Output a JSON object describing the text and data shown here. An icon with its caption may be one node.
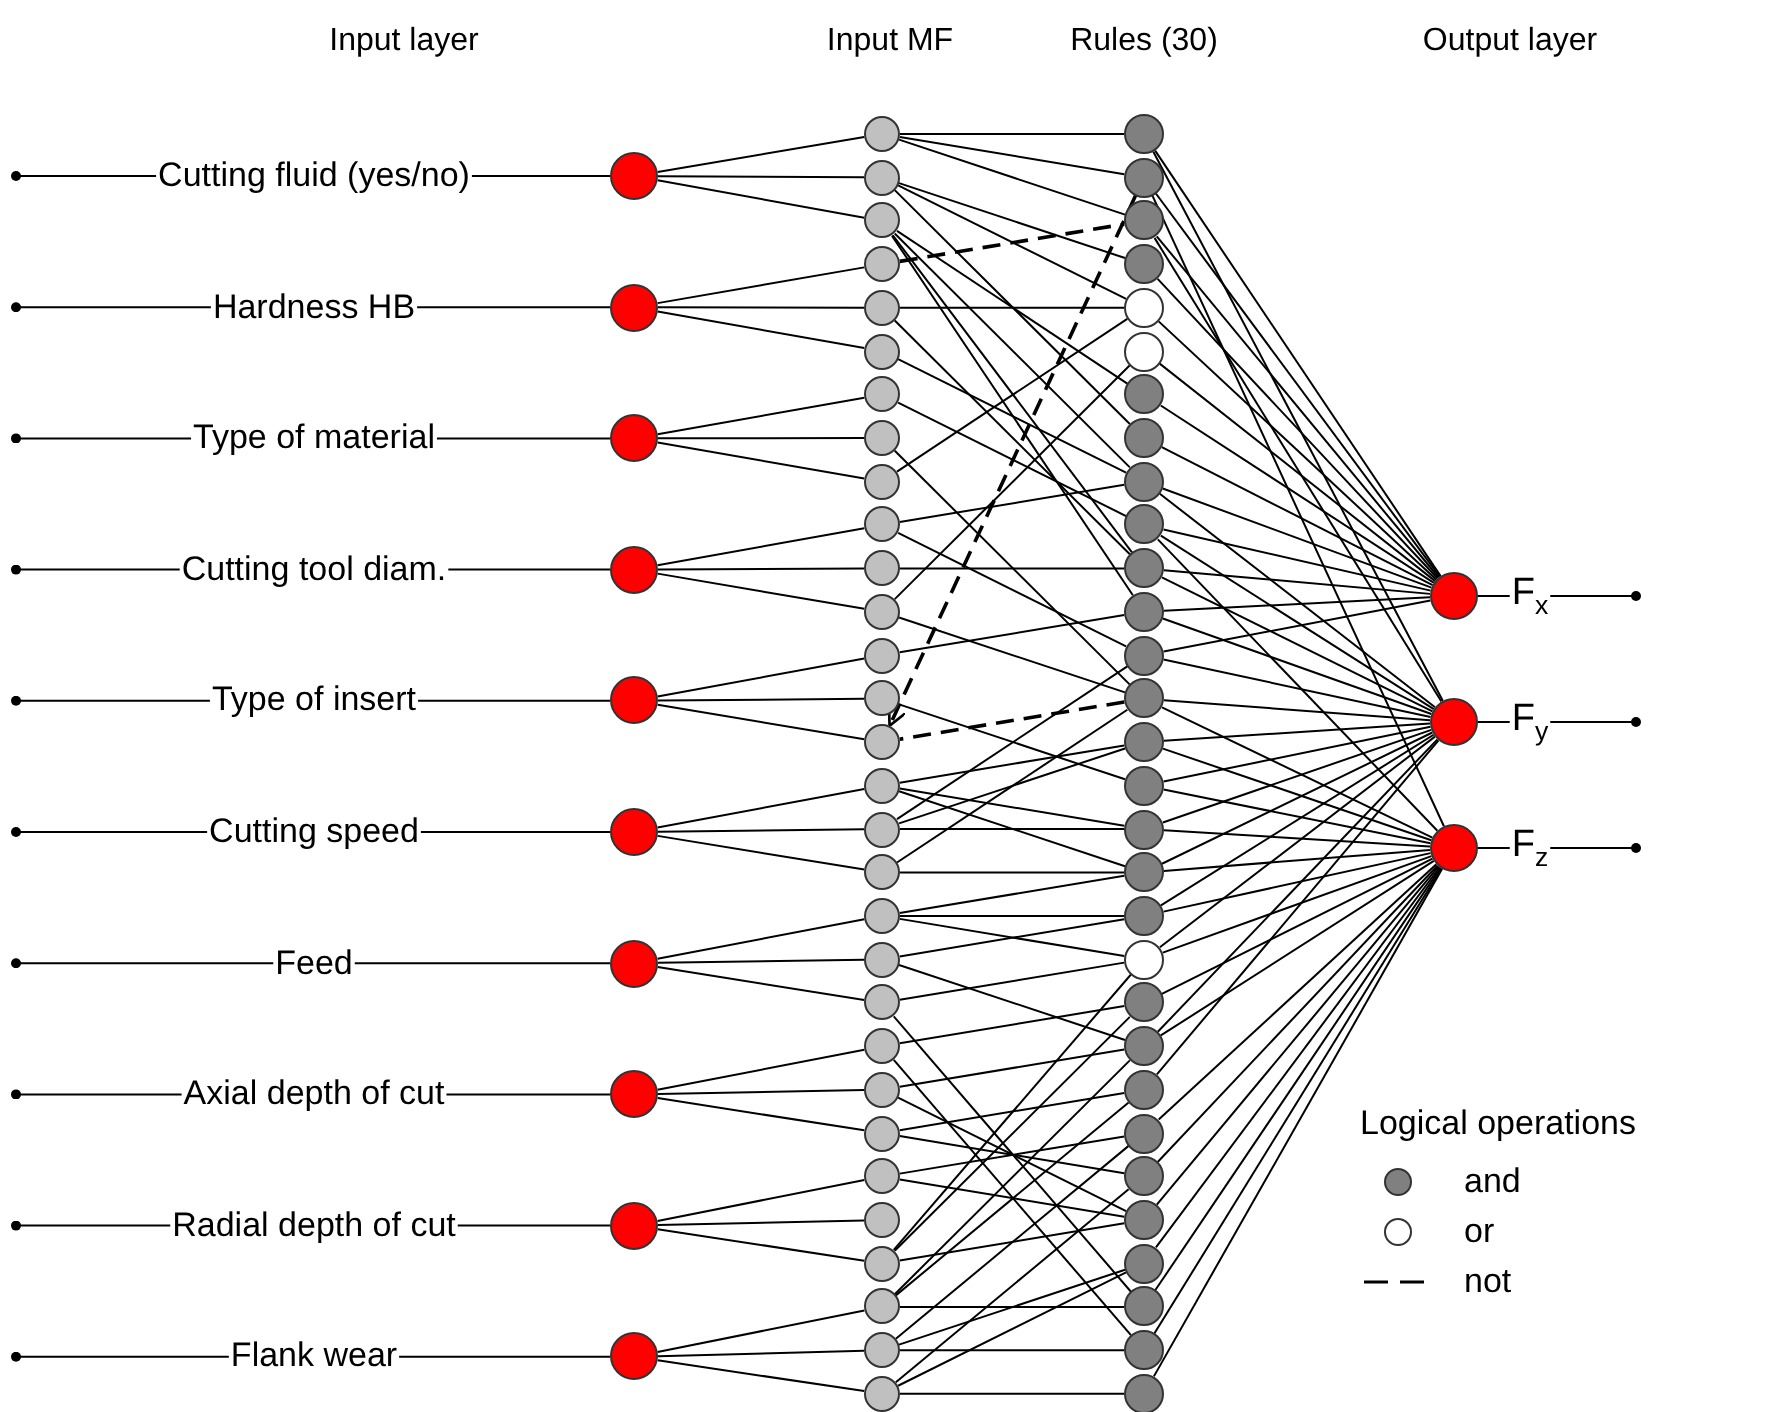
{
  "diagram": {
    "nodes": [
      {
        "text": [
          "Cutting fluid (yes/no)"
        ]
      },
      {
        "text": [
          "Hardness HB"
        ]
      },
      {
        "text": [
          "Type of material"
        ]
      },
      {
        "text": [
          "Cutting tool diam."
        ]
      },
      {
        "text": [
          "Type of insert"
        ]
      },
      {
        "text": [
          "Cutting speed"
        ]
      },
      {
        "text": [
          "Feed"
        ]
      },
      {
        "text": [
          "Axial depth of cut"
        ]
      },
      {
        "text": [
          "Radial depth of cut"
        ]
      },
      {
        "text": [
          "Flank wear"
        ]
      },
      {
        "text": [],
        "shape": "circle"
      },
      {
        "text": [],
        "shape": "circle"
      },
      {
        "text": [],
        "shape": "circle"
      },
      {
        "text": [],
        "shape": "circle"
      },
      {
        "text": [],
        "shape": "circle"
      },
      {
        "text": [],
        "shape": "circle"
      },
      {
        "text": [],
        "shape": "circle"
      },
      {
        "text": [],
        "shape": "circle"
      },
      {
        "text": [],
        "shape": "circle"
      },
      {
        "text": [],
        "shape": "circle"
      },
      {
        "text": [],
        "shape": "circle"
      },
      {
        "text": [],
        "shape": "circle"
      },
      {
        "text": [],
        "shape": "circle"
      },
      {
        "text": [],
        "shape": "circle"
      },
      {
        "text": [],
        "shape": "circle"
      },
      {
        "text": [],
        "shape": "circle"
      },
      {
        "text": [],
        "shape": "circle"
      },
      {
        "text": [],
        "shape": "circle"
      },
      {
        "text": [],
        "shape": "circle"
      },
      {
        "text": [],
        "shape": "circle"
      },
      {
        "text": [],
        "shape": "circle"
      },
      {
        "text": [],
        "shape": "circle"
      },
      {
        "text": [],
        "shape": "circle"
      },
      {
        "text": [],
        "shape": "circle"
      },
      {
        "text": [],
        "shape": "circle"
      },
      {
        "text": [],
        "shape": "circle"
      },
      {
        "text": [],
        "shape": "circle"
      },
      {
        "text": [],
        "shape": "circle"
      },
      {
        "text": [],
        "shape": "circle"
      },
      {
        "text": [],
        "shape": "circle"
      },
      {
        "text": [],
        "shape": "circle"
      },
      {
        "text": [],
        "shape": "circle"
      },
      {
        "text": [],
        "shape": "circle"
      },
      {
        "text": [],
        "shape": "circle"
      },
      {
        "text": [],
        "shape": "circle"
      },
      {
        "text": [],
        "shape": "circle"
      },
      {
        "text": [],
        "shape": "circle"
      },
      {
        "text": [],
        "shape": "circle"
      },
      {
        "text": [],
        "shape": "circle"
      },
      {
        "text": [],
        "shape": "circle"
      },
      {
        "text": [],
        "shape": "circle"
      },
      {
        "text": [],
        "shape": "circle"
      },
      {
        "text": [],
        "shape": "circle"
      },
      {
        "text": [],
        "shape": "circle"
      },
      {
        "text": [],
        "shape": "circle"
      },
      {
        "text": [],
        "shape": "circle"
      },
      {
        "text": [],
        "shape": "circle"
      },
      {
        "text": [],
        "shape": "circle"
      },
      {
        "text": [],
        "shape": "circle"
      },
      {
        "text": [],
        "shape": "circle"
      },
      {
        "text": [],
        "shape": "circle"
      },
      {
        "text": [],
        "shape": "circle"
      },
      {
        "text": [],
        "shape": "circle"
      },
      {
        "text": [],
        "shape": "circle"
      },
      {
        "text": [],
        "shape": "circle"
      },
      {
        "text": [],
        "shape": "circle"
      },
      {
        "text": [],
        "shape": "circle"
      },
      {
        "text": [],
        "shape": "circle"
      },
      {
        "text": [],
        "shape": "circle"
      },
      {
        "text": [],
        "shape": "circle"
      },
      {
        "text": [],
        "shape": "circle"
      },
      {
        "text": [],
        "shape": "circle"
      },
      {
        "text": [],
        "shape": "circle"
      },
      {
        "text": [],
        "shape": "circle"
      },
      {
        "text": [],
        "shape": "circle"
      },
      {
        "text": [],
        "shape": "circle"
      },
      {
        "text": [],
        "shape": "circle"
      },
      {
        "text": [],
        "shape": "circle"
      },
      {
        "text": [],
        "shape": "circle"
      },
      {
        "text": [],
        "shape": "circle"
      },
      {
        "text": [],
        "shape": "circle"
      },
      {
        "text": [],
        "shape": "circle"
      },
      {
        "text": [],
        "shape": "circle"
      },
      {
        "text": [
          "F$_{x}$"
        ]
      },
      {
        "text": [
          "F$_{y}$"
        ]
      },
      {
        "text": [
          "F$_{z}$"
        ]
      }
    ],
    "edges": [
      {
        "from": null,
        "to": 0,
        "arrow": "other"
      },
      {
        "from": null,
        "to": 1,
        "arrow": "other"
      },
      {
        "from": null,
        "to": 2,
        "arrow": "other"
      },
      {
        "from": null,
        "to": 3,
        "arrow": "other"
      },
      {
        "from": null,
        "to": 4,
        "arrow": "other"
      },
      {
        "from": null,
        "to": 5,
        "arrow": "other"
      },
      {
        "from": null,
        "to": 6,
        "arrow": "other"
      },
      {
        "from": null,
        "to": 7,
        "arrow": "other"
      },
      {
        "from": null,
        "to": 8,
        "arrow": "other"
      },
      {
        "from": null,
        "to": 9,
        "arrow": "other"
      },
      {
        "from": 0,
        "to": 10,
        "arrow": "none"
      },
      {
        "from": 1,
        "to": 11,
        "arrow": "none"
      },
      {
        "from": 2,
        "to": 12,
        "arrow": "none"
      },
      {
        "from": 3,
        "to": 13,
        "arrow": "none"
      },
      {
        "from": 4,
        "to": 14,
        "arrow": "none"
      },
      {
        "from": 5,
        "to": 15,
        "arrow": "none"
      },
      {
        "from": 6,
        "to": 16,
        "arrow": "none"
      },
      {
        "from": 7,
        "to": 17,
        "arrow": "none"
      },
      {
        "from": 8,
        "to": 18,
        "arrow": "none"
      },
      {
        "from": 9,
        "to": 19,
        "arrow": "none"
      },
      {
        "from": 10,
        "to": 20,
        "arrow": "none"
      },
      {
        "from": 10,
        "to": 21,
        "arrow": "none"
      },
      {
        "from": 10,
        "to": 22,
        "arrow": "none"
      },
      {
        "from": 11,
        "to": 23,
        "arrow": "none"
      },
      {
        "from": 11,
        "to": 24,
        "arrow": "none"
      },
      {
        "from": 11,
        "to": 25,
        "arrow": "none"
      },
      {
        "from": 12,
        "to": 26,
        "arrow": "none"
      },
      {
        "from": 12,
        "to": 27,
        "arrow": "none"
      },
      {
        "from": 12,
        "to": 28,
        "arrow": "none"
      },
      {
        "from": 13,
        "to": 29,
        "arrow": "none"
      },
      {
        "from": 13,
        "to": 30,
        "arrow": "none"
      },
      {
        "from": 13,
        "to": 31,
        "arrow": "none"
      },
      {
        "from": 14,
        "to": 32,
        "arrow": "none"
      },
      {
        "from": 14,
        "to": 33,
        "arrow": "none"
      },
      {
        "from": 14,
        "to": 34,
        "arrow": "none"
      },
      {
        "from": 15,
        "to": 35,
        "arrow": "none"
      },
      {
        "from": 15,
        "to": 36,
        "arrow": "none"
      },
      {
        "from": 15,
        "to": 37,
        "arrow": "none"
      },
      {
        "from": 16,
        "to": 38,
        "arrow": "none"
      },
      {
        "from": 16,
        "to": 39,
        "arrow": "none"
      },
      {
        "from": 16,
        "to": 40,
        "arrow": "none"
      },
      {
        "from": 17,
        "to": 41,
        "arrow": "none"
      },
      {
        "from": 17,
        "to": 42,
        "arrow": "none"
      },
      {
        "from": 17,
        "to": 43,
        "arrow": "none"
      },
      {
        "from": 18,
        "to": 44,
        "arrow": "none"
      },
      {
        "from": 18,
        "to": 45,
        "arrow": "none"
      },
      {
        "from": 18,
        "to": 46,
        "arrow": "none"
      },
      {
        "from": 19,
        "to": 47,
        "arrow": "none"
      },
      {
        "from": 19,
        "to": 48,
        "arrow": "none"
      },
      {
        "from": 19,
        "to": 49,
        "arrow": "none"
      },
      {
        "from": 20,
        "to": 50,
        "arrow": "none"
      },
      {
        "from": 20,
        "to": 51,
        "arrow": "none"
      },
      {
        "from": 20,
        "to": 52,
        "arrow": "none"
      },
      {
        "from": 21,
        "to": 53,
        "arrow": "none"
      },
      {
        "from": 21,
        "to": 54,
        "arrow": "none"
      },
      {
        "from": 21,
        "to": 57,
        "arrow": "none"
      },
      {
        "from": 22,
        "to": 56,
        "arrow": "none"
      },
      {
        "from": 22,
        "to": 58,
        "arrow": "none"
      },
      {
        "from": 22,
        "to": 60,
        "arrow": "none"
      },
      {
        "from": 22,
        "to": 61,
        "arrow": "none"
      },
      {
        "from": 23,
        "to": 52,
        "arrow": "none",
        "style": "dashed"
      },
      {
        "from": 24,
        "to": 54,
        "arrow": "none"
      },
      {
        "from": 24,
        "to": 60,
        "arrow": "none"
      },
      {
        "from": 25,
        "to": 58,
        "arrow": "none"
      },
      {
        "from": 26,
        "to": 59,
        "arrow": "none"
      },
      {
        "from": 27,
        "to": 63,
        "arrow": "none"
      },
      {
        "from": 28,
        "to": 54,
        "arrow": "none"
      },
      {
        "from": 29,
        "to": 58,
        "arrow": "none"
      },
      {
        "from": 29,
        "to": 62,
        "arrow": "none"
      },
      {
        "from": 30,
        "to": 60,
        "arrow": "none"
      },
      {
        "from": 31,
        "to": 55,
        "arrow": "none"
      },
      {
        "from": 31,
        "to": 63,
        "arrow": "none"
      },
      {
        "from": 32,
        "to": 61,
        "arrow": "none"
      },
      {
        "from": 33,
        "to": 65,
        "arrow": "none"
      },
      {
        "from": 63,
        "to": 34,
        "arrow": "none",
        "style": "dashed"
      },
      {
        "from": 51,
        "to": 34,
        "arrow": "to",
        "style": "dashed"
      },
      {
        "from": 35,
        "to": 64,
        "arrow": "none"
      },
      {
        "from": 35,
        "to": 66,
        "arrow": "none"
      },
      {
        "from": 35,
        "to": 67,
        "arrow": "none"
      },
      {
        "from": 36,
        "to": 66,
        "arrow": "none"
      },
      {
        "from": 36,
        "to": 62,
        "arrow": "none"
      },
      {
        "from": 36,
        "to": 64,
        "arrow": "none"
      },
      {
        "from": 37,
        "to": 67,
        "arrow": "none"
      },
      {
        "from": 37,
        "to": 63,
        "arrow": "none"
      },
      {
        "from": 38,
        "to": 67,
        "arrow": "none"
      },
      {
        "from": 38,
        "to": 68,
        "arrow": "none"
      },
      {
        "from": 38,
        "to": 69,
        "arrow": "none"
      },
      {
        "from": 39,
        "to": 68,
        "arrow": "none"
      },
      {
        "from": 39,
        "to": 71,
        "arrow": "none"
      },
      {
        "from": 40,
        "to": 69,
        "arrow": "none"
      },
      {
        "from": 40,
        "to": 77,
        "arrow": "none"
      },
      {
        "from": 41,
        "to": 70,
        "arrow": "none"
      },
      {
        "from": 41,
        "to": 78,
        "arrow": "none"
      },
      {
        "from": 42,
        "to": 71,
        "arrow": "none"
      },
      {
        "from": 42,
        "to": 75,
        "arrow": "none"
      },
      {
        "from": 43,
        "to": 72,
        "arrow": "none"
      },
      {
        "from": 43,
        "to": 74,
        "arrow": "none"
      },
      {
        "from": 44,
        "to": 73,
        "arrow": "none"
      },
      {
        "from": 44,
        "to": 75,
        "arrow": "none"
      },
      {
        "from": 46,
        "to": 69,
        "arrow": "none"
      },
      {
        "from": 46,
        "to": 70,
        "arrow": "none"
      },
      {
        "from": 46,
        "to": 75,
        "arrow": "none"
      },
      {
        "from": 47,
        "to": 77,
        "arrow": "none"
      },
      {
        "from": 47,
        "to": 71,
        "arrow": "none"
      },
      {
        "from": 47,
        "to": 72,
        "arrow": "none"
      },
      {
        "from": 48,
        "to": 78,
        "arrow": "none"
      },
      {
        "from": 48,
        "to": 73,
        "arrow": "none"
      },
      {
        "from": 48,
        "to": 76,
        "arrow": "none"
      },
      {
        "from": 49,
        "to": 79,
        "arrow": "none"
      },
      {
        "from": 49,
        "to": 74,
        "arrow": "none"
      },
      {
        "from": 49,
        "to": 76,
        "arrow": "none"
      },
      {
        "from": 50,
        "to": 80,
        "arrow": "none"
      },
      {
        "from": 50,
        "to": 81,
        "arrow": "none"
      },
      {
        "from": 51,
        "to": 80,
        "arrow": "none"
      },
      {
        "from": 51,
        "to": 82,
        "arrow": "none"
      },
      {
        "from": 52,
        "to": 80,
        "arrow": "none"
      },
      {
        "from": 52,
        "to": 81,
        "arrow": "none"
      },
      {
        "from": 53,
        "to": 80,
        "arrow": "none"
      },
      {
        "from": 54,
        "to": 80,
        "arrow": "none"
      },
      {
        "from": 55,
        "to": 80,
        "arrow": "none"
      },
      {
        "from": 56,
        "to": 80,
        "arrow": "none"
      },
      {
        "from": 57,
        "to": 80,
        "arrow": "none"
      },
      {
        "from": 58,
        "to": 80,
        "arrow": "none"
      },
      {
        "from": 58,
        "to": 81,
        "arrow": "none"
      },
      {
        "from": 59,
        "to": 80,
        "arrow": "none"
      },
      {
        "from": 59,
        "to": 81,
        "arrow": "none"
      },
      {
        "from": 59,
        "to": 82,
        "arrow": "none"
      },
      {
        "from": 60,
        "to": 80,
        "arrow": "none"
      },
      {
        "from": 60,
        "to": 81,
        "arrow": "none"
      },
      {
        "from": 61,
        "to": 80,
        "arrow": "none"
      },
      {
        "from": 61,
        "to": 81,
        "arrow": "none"
      },
      {
        "from": 62,
        "to": 80,
        "arrow": "none"
      },
      {
        "from": 62,
        "to": 81,
        "arrow": "none"
      },
      {
        "from": 63,
        "to": 81,
        "arrow": "none"
      },
      {
        "from": 63,
        "to": 82,
        "arrow": "none"
      },
      {
        "from": 64,
        "to": 81,
        "arrow": "none"
      },
      {
        "from": 64,
        "to": 82,
        "arrow": "none"
      },
      {
        "from": 65,
        "to": 81,
        "arrow": "none"
      },
      {
        "from": 65,
        "to": 82,
        "arrow": "none"
      },
      {
        "from": 66,
        "to": 81,
        "arrow": "none"
      },
      {
        "from": 66,
        "to": 82,
        "arrow": "none"
      },
      {
        "from": 67,
        "to": 81,
        "arrow": "none"
      },
      {
        "from": 67,
        "to": 82,
        "arrow": "none"
      },
      {
        "from": 68,
        "to": 81,
        "arrow": "none"
      },
      {
        "from": 68,
        "to": 82,
        "arrow": "none"
      },
      {
        "from": 69,
        "to": 81,
        "arrow": "none"
      },
      {
        "from": 69,
        "to": 82,
        "arrow": "none"
      },
      {
        "from": 70,
        "to": 82,
        "arrow": "none"
      },
      {
        "from": 71,
        "to": 81,
        "arrow": "none"
      },
      {
        "from": 71,
        "to": 82,
        "arrow": "none"
      },
      {
        "from": 72,
        "to": 81,
        "arrow": "none"
      },
      {
        "from": 73,
        "to": 82,
        "arrow": "none"
      },
      {
        "from": 74,
        "to": 82,
        "arrow": "none"
      },
      {
        "from": 75,
        "to": 82,
        "arrow": "none"
      },
      {
        "from": 76,
        "to": 82,
        "arrow": "none"
      },
      {
        "from": 77,
        "to": 82,
        "arrow": "none"
      },
      {
        "from": 78,
        "to": 82,
        "arrow": "none"
      },
      {
        "from": 79,
        "to": 82,
        "arrow": "none"
      },
      {
        "from": 80,
        "to": 83,
        "arrow": "none"
      },
      {
        "from": 81,
        "to": 84,
        "arrow": "none"
      },
      {
        "from": 82,
        "to": 85,
        "arrow": "none"
      },
      {
        "from": 83,
        "to": null,
        "arrow": "other"
      },
      {
        "from": 84,
        "to": null,
        "arrow": "other"
      },
      {
        "from": 85,
        "to": null,
        "arrow": "other"
      }
    ],
    "labels": [
      "Input layer",
      "Input MF",
      "Rules (30)",
      "Output layer",
      "Logical operations"
    ],
    "legend": [
      {
        "text": "and",
        "color": "#808080"
      },
      {
        "text": "or",
        "color": "#ffffff"
      },
      {
        "text": "not"
      }
    ]
  }
}
